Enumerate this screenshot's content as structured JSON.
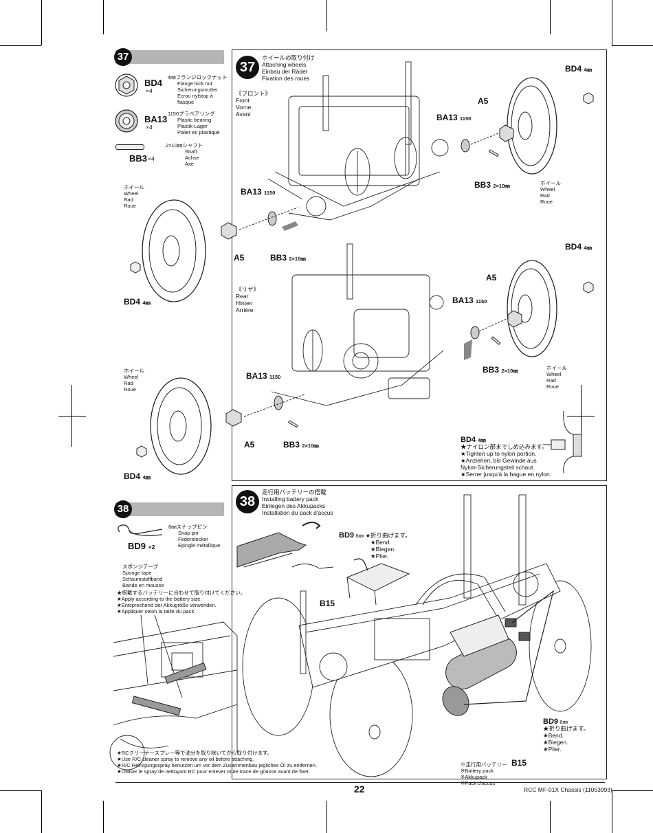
{
  "step37": {
    "number": "37",
    "title_lines": [
      "ホイールの取り付け",
      "Attaching wheels",
      "Einbau der Räder",
      "Fixation des roues"
    ],
    "front_label": [
      "《フロント》",
      "Front",
      "Vorne",
      "Avant"
    ],
    "rear_label": [
      "《リヤ》",
      "Rear",
      "Hinten",
      "Arrière"
    ],
    "parts_list": {
      "bd4": {
        "code": "BD4",
        "qty": "×4",
        "desc": [
          "4㎜フランジロックナット",
          "Flange lock nut",
          "Sicherungsmutter",
          "Ecrou nylstop à",
          "flasque"
        ]
      },
      "ba13": {
        "code": "BA13",
        "qty": "×4",
        "desc": [
          "1150プラベアリング",
          "Plastic bearing",
          "Plastik-Lager",
          "Palier en plastique"
        ]
      },
      "bb3": {
        "code": "BB3",
        "qty": "×4",
        "desc": [
          "2×10㎜シャフト",
          "Shaft",
          "Achse",
          "Axe"
        ]
      }
    },
    "wheel_label": [
      "ホイール",
      "Wheel",
      "Rad",
      "Roue"
    ],
    "callouts": {
      "bd4": "BD4",
      "bd4_size": "4㎜",
      "a5": "A5",
      "ba13": "BA13",
      "ba13_size": "1150",
      "bb3": "BB3",
      "bb3_size": "2×10㎜"
    },
    "nylon_note": {
      "code": "BD4",
      "size": "4㎜",
      "lines": [
        "★ナイロン部までしめ込みます。",
        "★Tighten up to nylon portion.",
        "★Anziehen, bis Gewinde aus",
        "Nylon-Sicherungsteil schaut.",
        "★Serrer jusqu'à la bague en nylon."
      ]
    }
  },
  "step38": {
    "number": "38",
    "title_lines": [
      "走行用バッテリーの搭載",
      "Installing battery pack",
      "Einlegen des Akkupacks",
      "Installation du pack d'accus"
    ],
    "parts_list": {
      "bd9": {
        "code": "BD9",
        "qty": "×2",
        "desc": [
          "6㎜スナップピン",
          "Snap pin",
          "Federstecker",
          "Epingle métallique"
        ]
      }
    },
    "sponge_tape": [
      "スポンジテープ",
      "Sponge tape",
      "Schaumstoffband",
      "Bande en mousse"
    ],
    "battery_note": [
      "★搭載するバッテリーに合わせて取り付けてください。",
      "★Apply according to the battery size.",
      "★Entsprechend der Akkugröße verwenden.",
      "★Appliquer selon la taille du pack."
    ],
    "cleaner_note": [
      "★RCクリーナースプレー等で油分を取り除いてから取り付けます。",
      "★Use R/C cleaner spray to remove any oil before attaching.",
      "★R/C Reinigungsspray benutzen um vor dem Zusammenbau jegliches Öl zu entfernen.",
      "★Utiliser le spray de nettoyant RC pour enlever toute trace de graisse avant de fixer."
    ],
    "bend_note_top": {
      "code": "BD9",
      "size": "6㎜",
      "lines": [
        "★折り曲げます。",
        "★Bend.",
        "★Biegen.",
        "★Plier."
      ]
    },
    "bend_note_bottom": {
      "code": "BD9",
      "size": "6㎜",
      "lines": [
        "★折り曲げます。",
        "★Bend.",
        "★Biegen.",
        "★Plier."
      ]
    },
    "b15": "B15",
    "battery_pack": [
      "※走行用バッテリー",
      "※Battery pack",
      "※Akkupack",
      "※Pack d'accus"
    ]
  },
  "footer": {
    "page_number": "22",
    "product": "RCC MF-01X Chassis (11053993)"
  }
}
